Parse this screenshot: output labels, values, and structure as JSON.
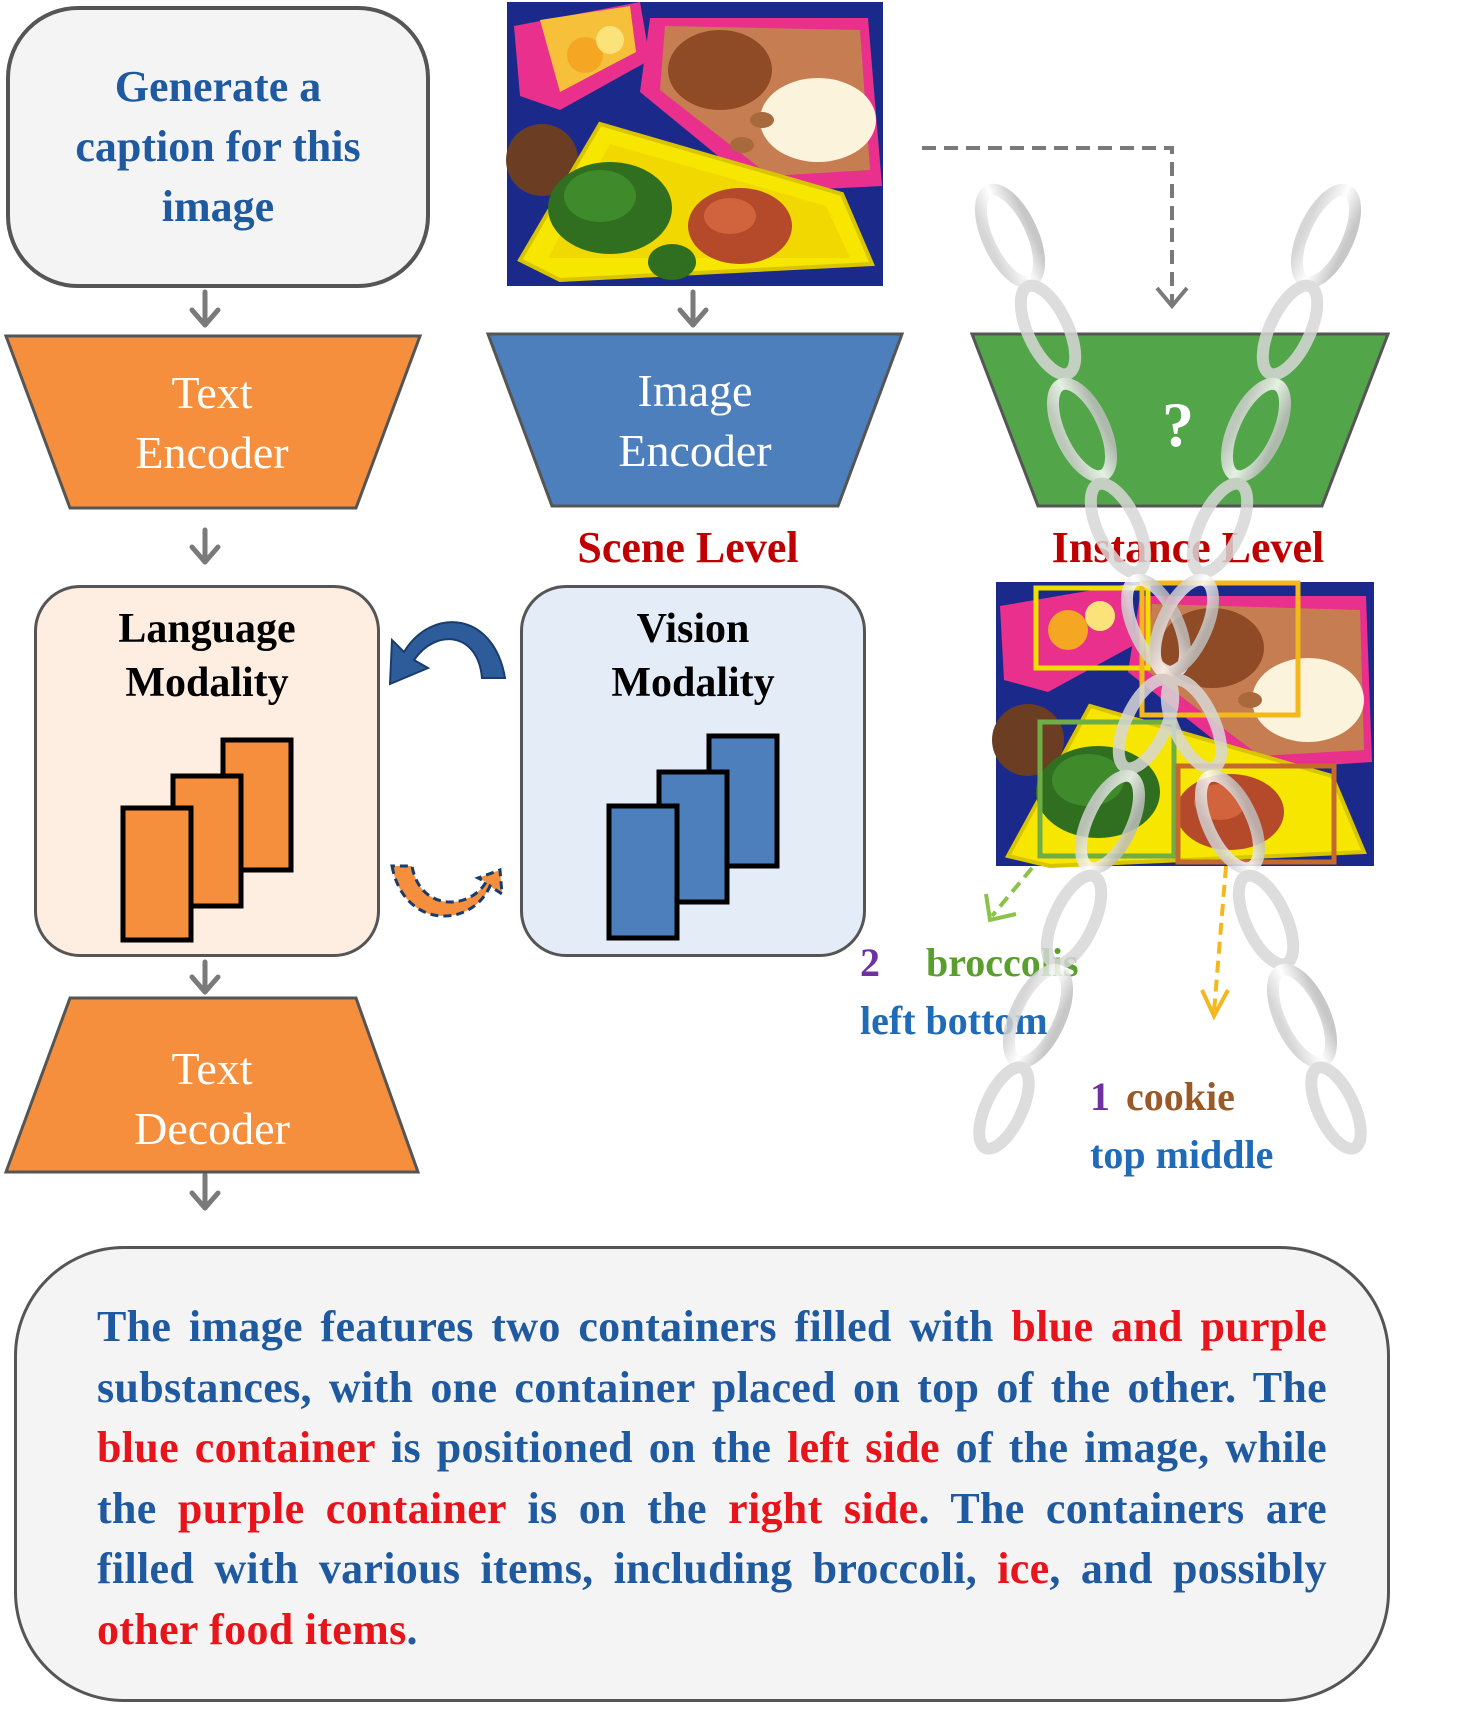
{
  "prompt": {
    "text": "Generate a caption for this image"
  },
  "encoders": {
    "text_encoder": [
      "Text",
      "Encoder"
    ],
    "image_encoder": [
      "Image",
      "Encoder"
    ],
    "unknown_encoder": "?",
    "text_decoder": [
      "Text",
      "Decoder"
    ]
  },
  "levels": {
    "scene": "Scene Level",
    "instance": "Instance Level"
  },
  "modalities": {
    "language": "Language Modality",
    "vision": "Vision Modality"
  },
  "instances": {
    "broccoli": {
      "count": "2",
      "name": "broccolis",
      "position": "left bottom"
    },
    "cookie": {
      "count": "1",
      "name": "cookie",
      "position": "top middle"
    }
  },
  "caption": {
    "segments": [
      {
        "text": "The image features two containers filled with ",
        "highlight": false
      },
      {
        "text": "blue and purple",
        "highlight": true
      },
      {
        "text": " substances, with one container placed on top of the other. The ",
        "highlight": false
      },
      {
        "text": "blue container",
        "highlight": true
      },
      {
        "text": " is positioned on the ",
        "highlight": false
      },
      {
        "text": "left side",
        "highlight": true
      },
      {
        "text": " of the image, while the ",
        "highlight": false
      },
      {
        "text": "purple container",
        "highlight": true
      },
      {
        "text": " is on the ",
        "highlight": false
      },
      {
        "text": "right side",
        "highlight": true
      },
      {
        "text": ". The containers are filled with various items, including broccoli, ",
        "highlight": false
      },
      {
        "text": "ice",
        "highlight": true
      },
      {
        "text": ", and possibly ",
        "highlight": false
      },
      {
        "text": "other food items",
        "highlight": true
      },
      {
        "text": ".",
        "highlight": false
      }
    ]
  },
  "colors": {
    "text_blue": "#1f5aa0",
    "highlight_red": "#e8141b",
    "level_red": "#c00000",
    "orange": "#f58f3d",
    "blue": "#4d7fbd",
    "green": "#53a54a",
    "purple": "#7030a0",
    "broccoli_green": "#5a9e2e",
    "cookie_brown": "#9a5a28"
  }
}
